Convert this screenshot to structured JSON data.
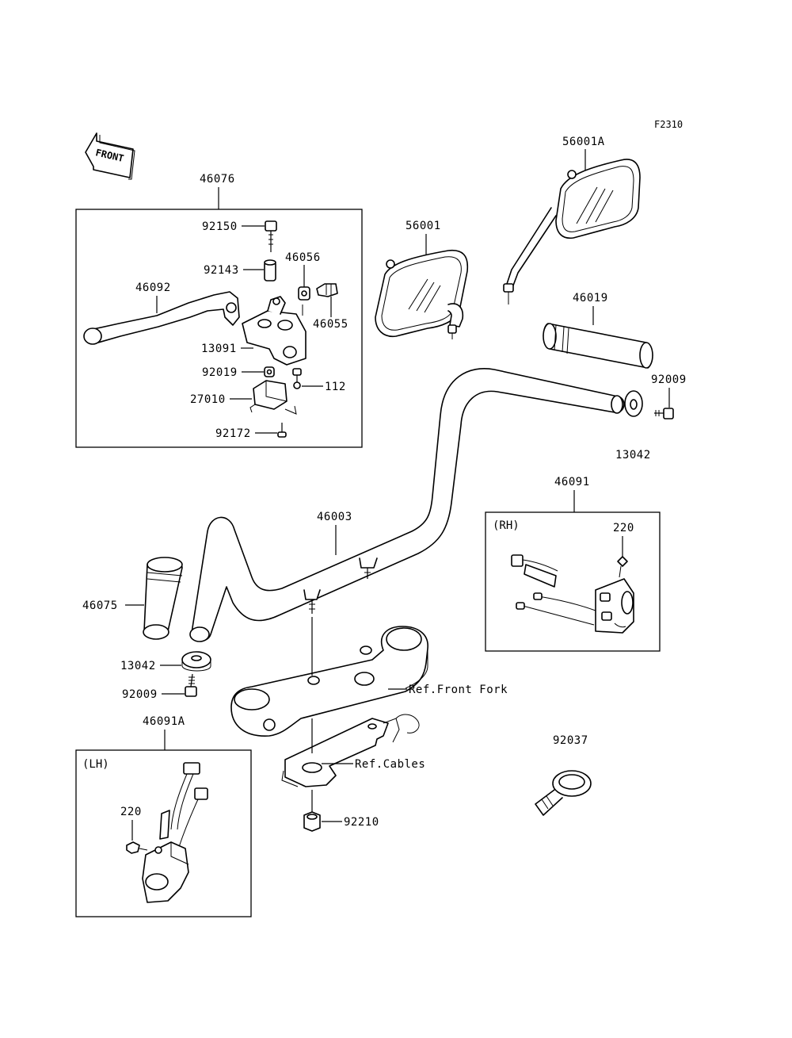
{
  "figure_code": "F2310",
  "front_marker": "FRONT",
  "boxes": {
    "lever_assy": {
      "label": "46076"
    },
    "switch_rh": {
      "label": "46091",
      "side": "(RH)"
    },
    "switch_lh": {
      "label": "46091A",
      "side": "(LH)"
    }
  },
  "labels": {
    "p92150": "92150",
    "p92143": "92143",
    "p46056": "46056",
    "p46092": "46092",
    "p46055": "46055",
    "p13091": "13091",
    "p92019": "92019",
    "p112": "112",
    "p27010": "27010",
    "p92172": "92172",
    "p56001": "56001",
    "p56001A": "56001A",
    "p46019": "46019",
    "p92009_r": "92009",
    "p13042_r": "13042",
    "p46003": "46003",
    "p220_rh": "220",
    "p46075": "46075",
    "p13042_l": "13042",
    "p92009_l": "92009",
    "ref_front_fork": "Ref.Front Fork",
    "ref_cables": "Ref.Cables",
    "p92037": "92037",
    "p220_lh": "220",
    "p92210": "92210"
  }
}
